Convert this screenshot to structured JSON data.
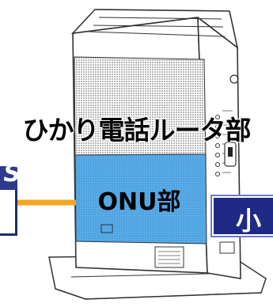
{
  "diagram": {
    "router_label": "ひかり電話ルータ部",
    "onu_label": "ONU部",
    "left_label": "S",
    "right_label": "小"
  },
  "colors": {
    "onu_section": "#5aaeea",
    "connector_line": "#f5a623",
    "label_box": "#1f2a85",
    "device_outline": "#333333"
  }
}
